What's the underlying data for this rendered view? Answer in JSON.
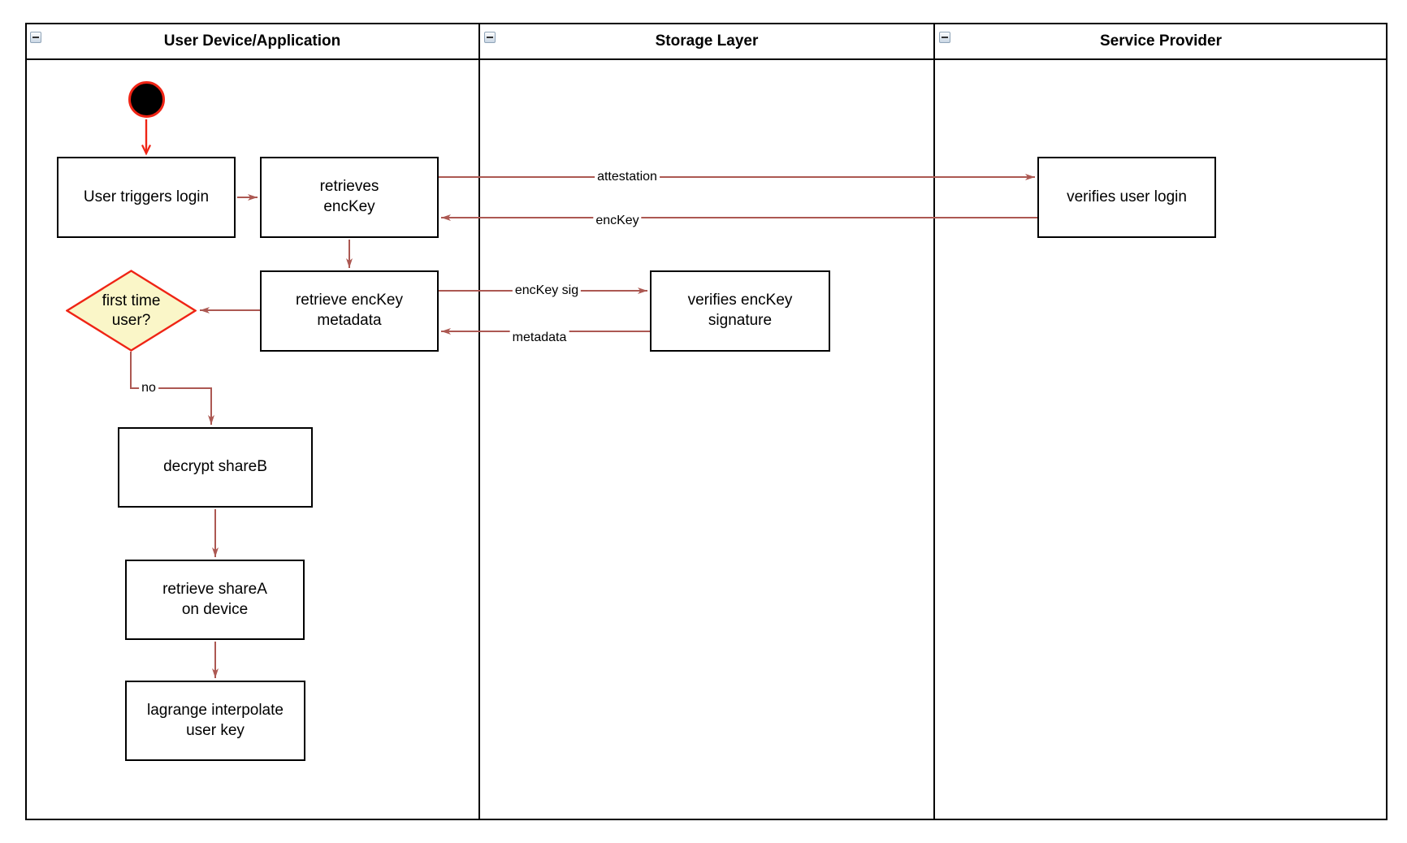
{
  "colors": {
    "brick_arrow": "#AC5852",
    "bright_red": "#EF2415",
    "diamond_fill": "#FAF6C8",
    "node_border": "#000000",
    "lane_border": "#000000",
    "start_fill": "#000000"
  },
  "lanes": [
    {
      "title": "User Device/Application",
      "icon": "collapse-minus-icon"
    },
    {
      "title": "Storage Layer",
      "icon": "collapse-minus-icon"
    },
    {
      "title": "Service Provider",
      "icon": "collapse-minus-icon"
    }
  ],
  "nodes": {
    "start": {
      "type": "initial-node"
    },
    "user_triggers_login": {
      "label": "User triggers login"
    },
    "retrieves_enckey": {
      "line1": "retrieves",
      "line2": "encKey"
    },
    "verifies_user_login": {
      "label": "verifies user login"
    },
    "retrieve_enckey_metadata": {
      "line1": "retrieve encKey",
      "line2": "metadata"
    },
    "verifies_enckey_signature": {
      "line1": "verifies encKey",
      "line2": "signature"
    },
    "first_time_user": {
      "line1": "first time",
      "line2": "user?"
    },
    "decrypt_shareb": {
      "label": "decrypt shareB"
    },
    "retrieve_sharea": {
      "line1": "retrieve shareA",
      "line2": "on device"
    },
    "lagrange_interpolate": {
      "line1": "lagrange interpolate",
      "line2": "user key"
    }
  },
  "edge_labels": {
    "attestation": "attestation",
    "enckey": "encKey",
    "enckey_sig": "encKey sig",
    "metadata": "metadata",
    "no": "no"
  }
}
